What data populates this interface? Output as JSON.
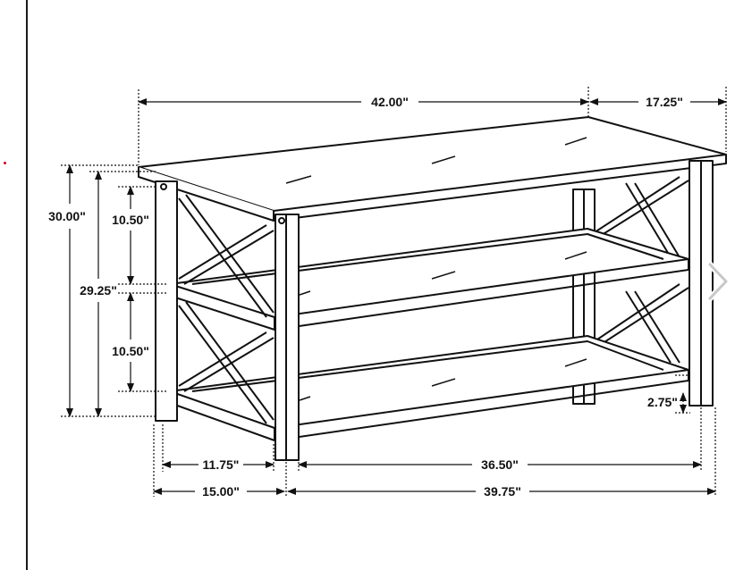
{
  "viewer": {
    "next_icon": "chevron-right-icon",
    "accent_dot_color": "#d0021b",
    "line_color": "#111111"
  },
  "dimensions": {
    "overall_width": "42.00\"",
    "overall_depth": "17.25\"",
    "overall_height": "30.00\"",
    "height_to_top_shelf": "29.25\"",
    "upper_shelf_gap": "10.50\"",
    "lower_shelf_gap": "10.50\"",
    "floor_clearance": "2.75\"",
    "inner_side_depth": "11.75\"",
    "outer_side_depth": "15.00\"",
    "inner_width": "36.50\"",
    "lower_width": "39.75\""
  }
}
